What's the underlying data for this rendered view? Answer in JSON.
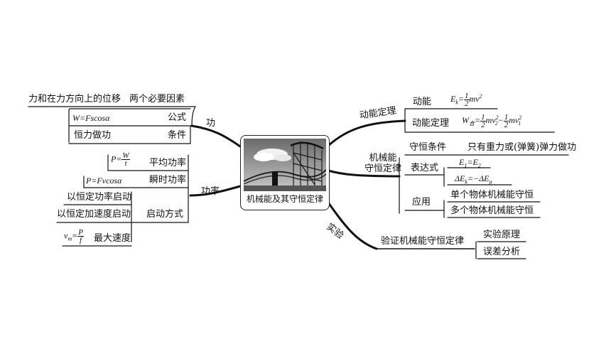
{
  "center": {
    "title": "机械能及其守恒定律"
  },
  "branches": {
    "work": "功",
    "power": "功率",
    "kinetic_theorem": "动能定理",
    "mech_energy_conservation": "机械能\n守恒定律",
    "experiment": "实验"
  },
  "work": {
    "top_line": "力和在力方向上的位移",
    "top_line_right": "两个必要因素",
    "formula_label": "公式",
    "formula": "W=Fscosα",
    "condition_label": "条件",
    "condition_value": "恒力做功"
  },
  "power": {
    "avg_label": "平均功率",
    "inst_label": "瞬时功率",
    "inst_formula": "P=Fvcosα",
    "start_label": "启动方式",
    "start_const_power": "以恒定功率启动",
    "start_const_accel": "以恒定加速度启动",
    "max_speed_label": "最大速度",
    "avg_formula_lhs": "P=",
    "avg_num": "W",
    "avg_den": "t",
    "max_lhs": "v",
    "max_sub": "m",
    "max_eq": "=",
    "max_num": "P",
    "max_den": "f"
  },
  "kinetic": {
    "energy_label": "动能",
    "theorem_label": "动能定理",
    "ek_lhs": "E",
    "ek_sub": "k",
    "ek_eq": "=",
    "half_num": "1",
    "half_den": "2",
    "ek_rhs": "mv",
    "ek_pow": "2",
    "w_lhs": "W",
    "w_sub": "合",
    "w_eq": "=",
    "w_mv2": "mv",
    "w_pow2": "2",
    "w_sub2": "2",
    "w_minus": "−",
    "w_mv1": "mv",
    "w_pow1": "2",
    "w_sub1": "1"
  },
  "conservation": {
    "cond_label": "守恒条件",
    "cond_value": "只有重力或(弹簧)弹力做功",
    "expr_label": "表达式",
    "expr1_a": "E",
    "expr1_a_sub": "1",
    "expr1_eq": "=",
    "expr1_b": "E",
    "expr1_b_sub": "2",
    "expr2_a": "ΔE",
    "expr2_a_sub": "k",
    "expr2_eq": "=−",
    "expr2_b": "ΔE",
    "expr2_b_sub": "p",
    "app_label": "应用",
    "app_single": "单个物体机械能守恒",
    "app_multi": "多个物体机械能守恒"
  },
  "experiment": {
    "title": "验证机械能守恒定律",
    "principle": "实验原理",
    "error": "误差分析"
  }
}
